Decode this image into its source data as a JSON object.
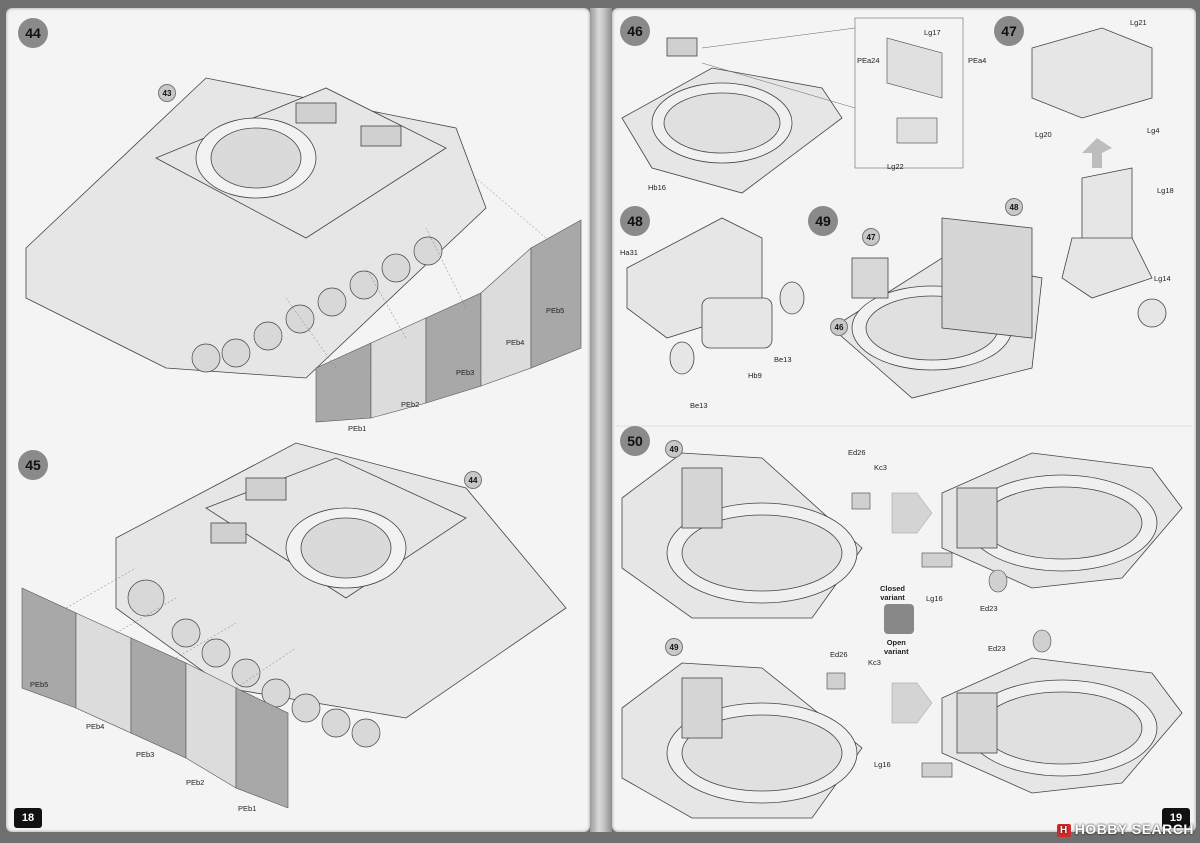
{
  "pages": {
    "left_number": "18",
    "right_number": "19"
  },
  "steps": {
    "s44": {
      "number": "44",
      "ref": "43",
      "labels": [
        "PEb5",
        "PEb4",
        "PEb3",
        "PEb2",
        "PEb1"
      ]
    },
    "s45": {
      "number": "45",
      "ref": "44",
      "labels": [
        "PEb5",
        "PEb4",
        "PEb3",
        "PEb2",
        "PEb1"
      ]
    },
    "s46": {
      "number": "46",
      "labels": [
        "Lg17",
        "PEa24",
        "PEa4",
        "Lg22",
        "Hb16"
      ]
    },
    "s47": {
      "number": "47",
      "labels": [
        "Lg21",
        "Lg20",
        "Lg4",
        "Lg18",
        "Lg14"
      ]
    },
    "s48": {
      "number": "48",
      "labels": [
        "Ha31",
        "Be13",
        "Hb9",
        "Be13"
      ]
    },
    "s49": {
      "number": "49",
      "refs": [
        "48",
        "47",
        "46"
      ]
    },
    "s50": {
      "number": "50",
      "ref_top": "49",
      "ref_bottom": "49",
      "top_labels": [
        "Ed26",
        "Kc3",
        "Lg16",
        "Ed23"
      ],
      "bottom_labels": [
        "Ed26",
        "Kc3",
        "Ed23",
        "Lg16"
      ],
      "closed_variant": "Closed\nvariant",
      "open_variant": "Open\nvariant"
    }
  },
  "watermark": {
    "logo": "H",
    "text": "HOBBY SEARCH"
  }
}
